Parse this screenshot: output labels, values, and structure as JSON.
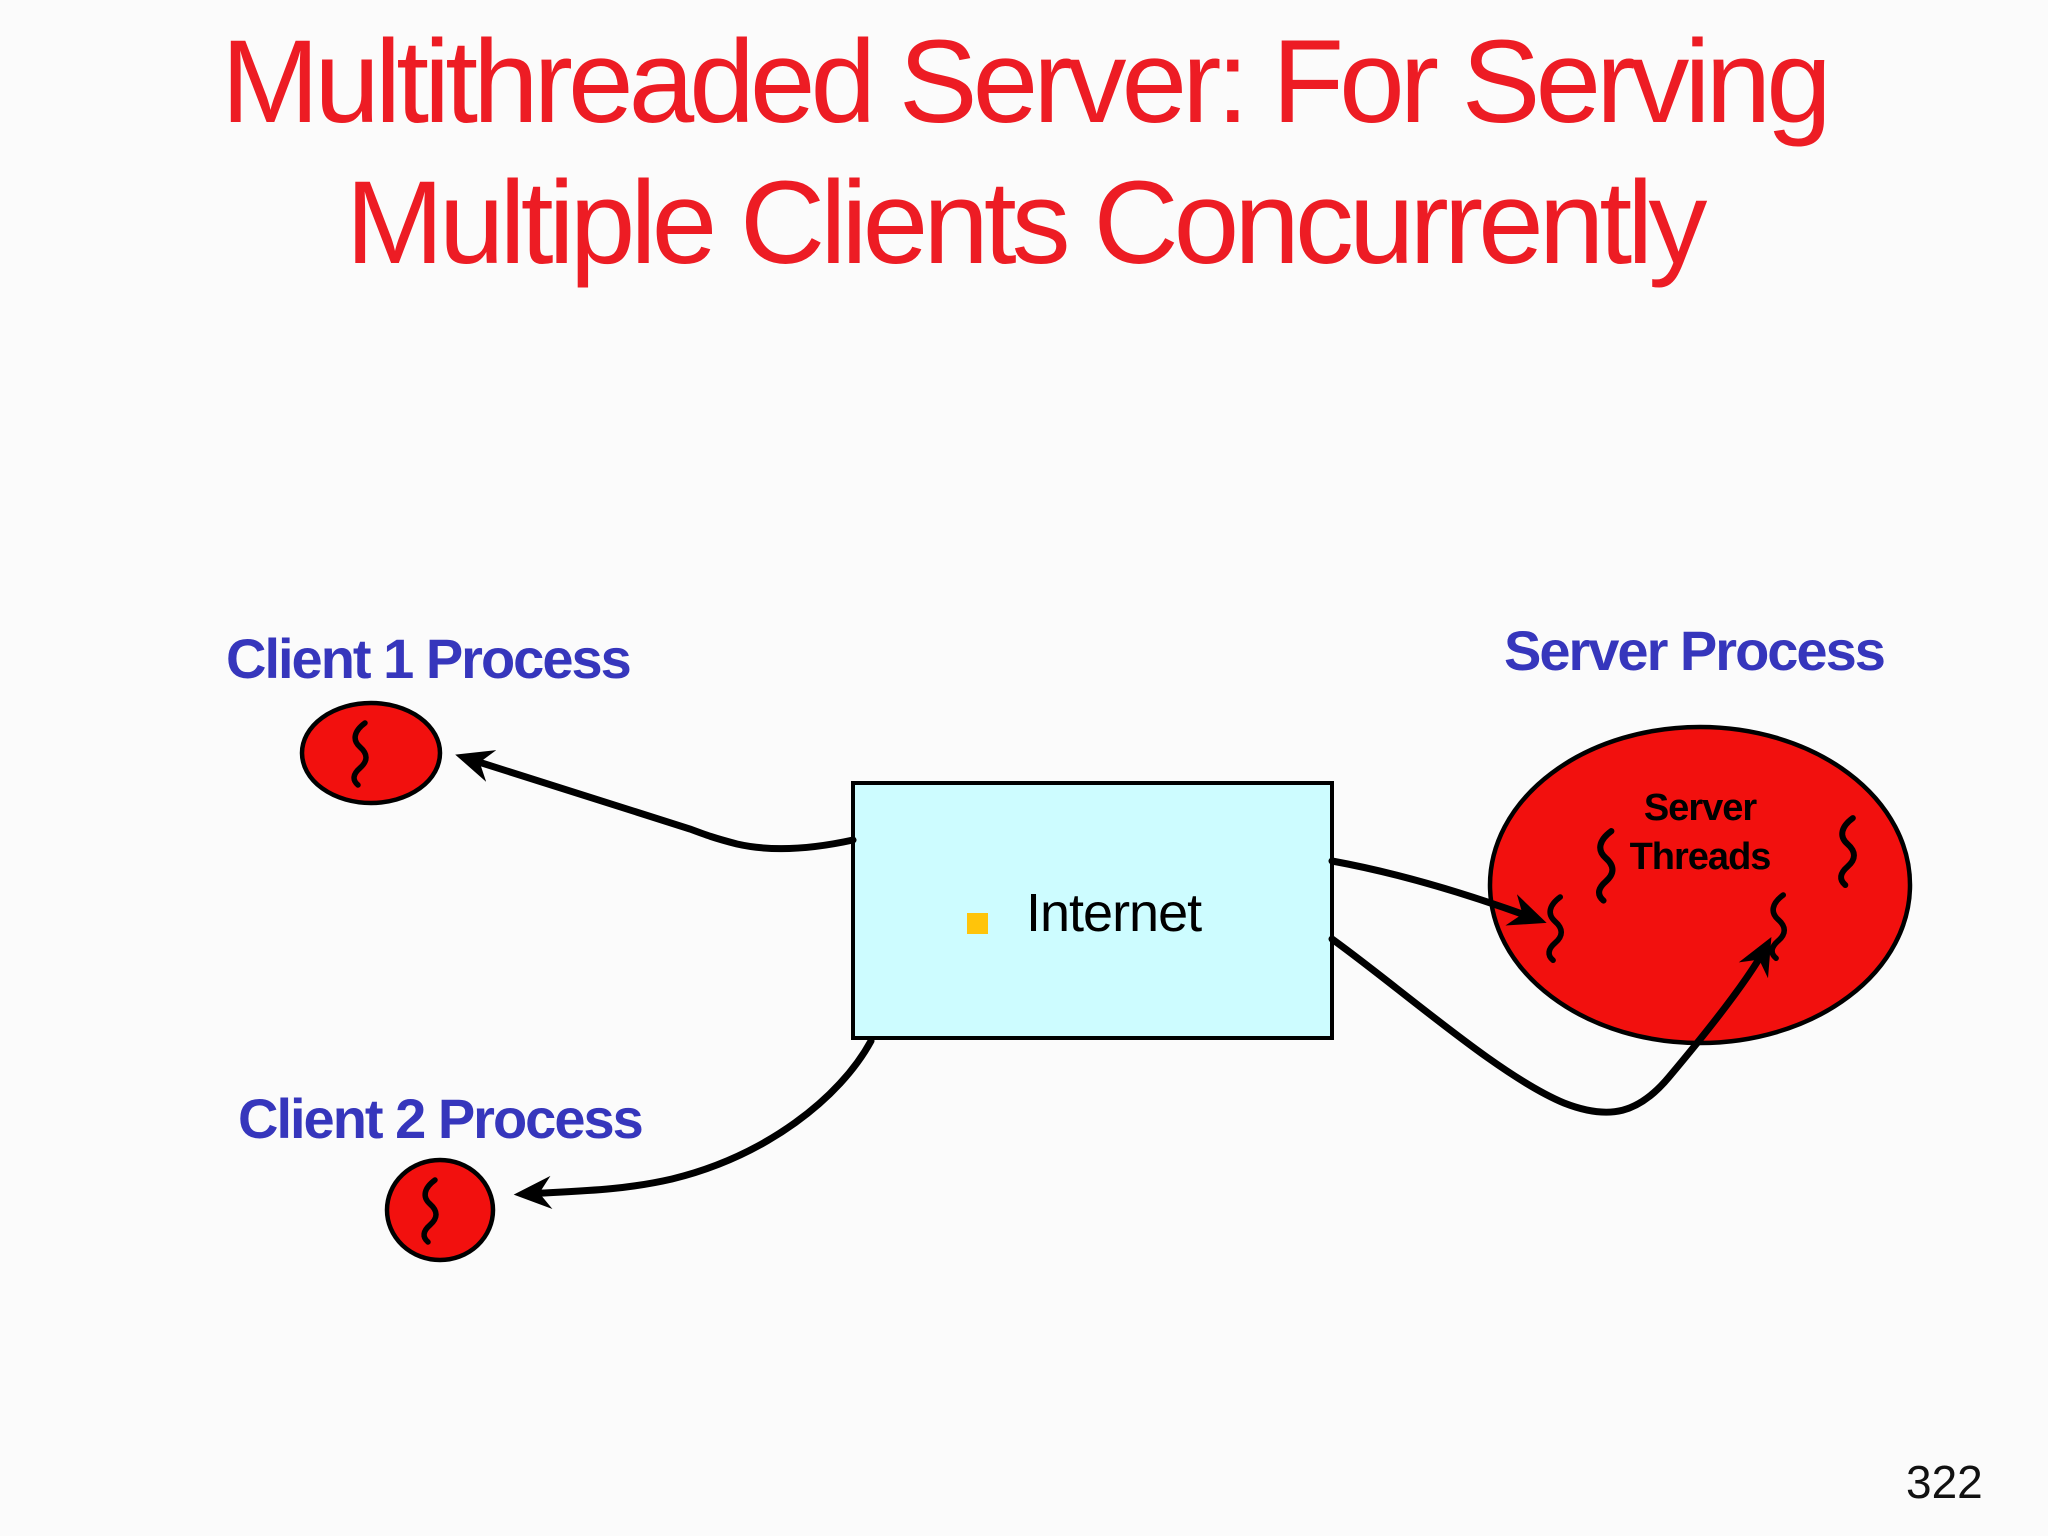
{
  "title": {
    "line1": "Multithreaded Server: For Serving",
    "line2": "Multiple Clients Concurrently"
  },
  "labels": {
    "client1": "Client 1 Process",
    "client2": "Client 2 Process",
    "server": "Server Process"
  },
  "internet": {
    "label": "Internet"
  },
  "server_threads": {
    "line1": "Server",
    "line2": "Threads"
  },
  "page_number": "322",
  "icons": {
    "internet_bullet": "square-bullet",
    "thread": "thread-squiggle"
  },
  "thread_counts": {
    "server_process": 4,
    "client1_process": 1,
    "client2_process": 1
  },
  "connections": [
    {
      "from": "internet",
      "to": "client-1-process"
    },
    {
      "from": "internet",
      "to": "client-2-process"
    },
    {
      "from": "internet",
      "to": "server-thread-left"
    },
    {
      "from": "internet",
      "to": "server-thread-bottom"
    }
  ],
  "colors": {
    "title_red": "#ED1C24",
    "shape_red": "#F2100E",
    "label_blue": "#3636BC",
    "box_fill_cyan": "#CDFCFF",
    "bullet_yellow": "#FFC40A",
    "line_black": "#000000",
    "background": "#FBFBFB"
  }
}
